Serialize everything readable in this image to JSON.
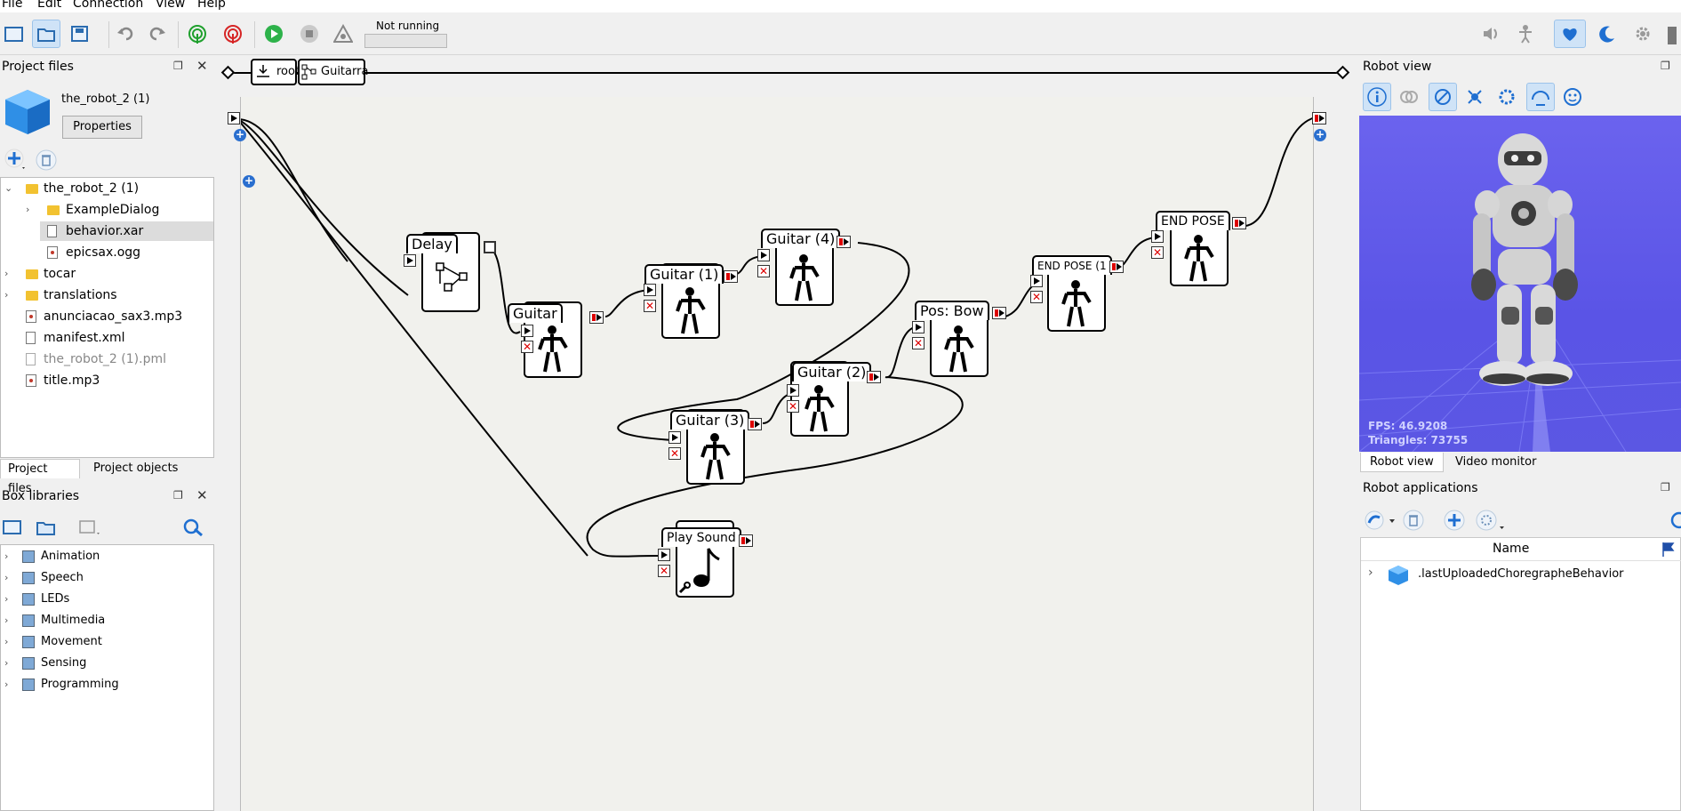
{
  "menu": [
    "File",
    "Edit",
    "Connection",
    "View",
    "Help"
  ],
  "toolbar": {
    "status": "Not running",
    "left_icons": [
      "new-file-icon",
      "open-file-icon",
      "save-file-icon",
      "undo-icon",
      "redo-icon",
      "connect-icon",
      "disconnect-icon",
      "play-icon",
      "stop-icon",
      "debug-icon"
    ],
    "right_icons": [
      "volume-icon",
      "animation-mode-icon",
      "heart-icon",
      "rest-icon",
      "settings-icon"
    ]
  },
  "project_files": {
    "title": "Project files",
    "project_name": "the_robot_2 (1)",
    "properties_label": "Properties",
    "tree": [
      {
        "label": "the_robot_2 (1)",
        "type": "folder",
        "level": 0,
        "expanded": true
      },
      {
        "label": "ExampleDialog",
        "type": "folder",
        "level": 1,
        "expandable": true
      },
      {
        "label": "behavior.xar",
        "type": "file",
        "level": 1,
        "selected": true
      },
      {
        "label": "epicsax.ogg",
        "type": "audio",
        "level": 1
      },
      {
        "label": "tocar",
        "type": "folder",
        "level": 0,
        "expandable": true
      },
      {
        "label": "translations",
        "type": "folder",
        "level": 0,
        "expandable": true
      },
      {
        "label": "anunciacao_sax3.mp3",
        "type": "audio",
        "level": 0
      },
      {
        "label": "manifest.xml",
        "type": "file",
        "level": 0
      },
      {
        "label": "the_robot_2 (1).pml",
        "type": "pml",
        "level": 0,
        "dim": true
      },
      {
        "label": "title.mp3",
        "type": "audio",
        "level": 0
      }
    ],
    "tabs": [
      "Project files",
      "Project objects"
    ]
  },
  "box_libraries": {
    "title": "Box libraries",
    "items": [
      "Animation",
      "Speech",
      "LEDs",
      "Multimedia",
      "Movement",
      "Sensing",
      "Programming"
    ]
  },
  "breadcrumb": [
    "root",
    "Guitarra"
  ],
  "flow": {
    "boxes": [
      "Delay",
      "Guitar",
      "Guitar (1)",
      "Guitar (4)",
      "Guitar (3)",
      "Guitar (2)",
      "Pos: Bow",
      "END POSE (1",
      "END POSE",
      "Play Sound"
    ]
  },
  "robot_view": {
    "title": "Robot view",
    "fps": "FPS: 46.9208",
    "triangles": "Triangles: 73755",
    "tabs": [
      "Robot view",
      "Video monitor"
    ]
  },
  "robot_apps": {
    "title": "Robot applications",
    "column": "Name",
    "rows": [
      ".lastUploadedChoregrapheBehavior"
    ]
  }
}
